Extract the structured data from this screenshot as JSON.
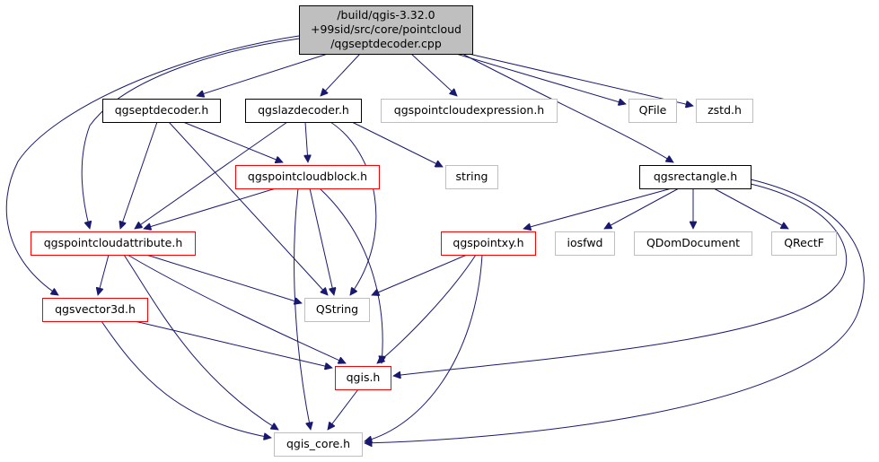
{
  "diagram": {
    "type": "include-dependency-graph",
    "colors": {
      "root_fill": "#bfbfbf",
      "root_border": "#000000",
      "documented_border": "#000000",
      "included_with_deps_border": "#ff0000",
      "external_border": "#bfbfbf",
      "node_fill": "#ffffff",
      "edge": "#191970"
    },
    "nodes": [
      {
        "id": "root",
        "lines": [
          "/build/qgis-3.32.0",
          "+99sid/src/core/pointcloud",
          "/qgseptdecoder.cpp"
        ],
        "style": "root"
      },
      {
        "id": "qgseptdecoder_h",
        "lines": [
          "qgseptdecoder.h"
        ],
        "style": "documented"
      },
      {
        "id": "qgslazdecoder_h",
        "lines": [
          "qgslazdecoder.h"
        ],
        "style": "documented"
      },
      {
        "id": "qgspointcloudexpression_h",
        "lines": [
          "qgspointcloudexpression.h"
        ],
        "style": "external"
      },
      {
        "id": "qfile",
        "lines": [
          "QFile"
        ],
        "style": "external"
      },
      {
        "id": "zstd_h",
        "lines": [
          "zstd.h"
        ],
        "style": "external"
      },
      {
        "id": "qgspointcloudblock_h",
        "lines": [
          "qgspointcloudblock.h"
        ],
        "style": "with-deps"
      },
      {
        "id": "string",
        "lines": [
          "string"
        ],
        "style": "external"
      },
      {
        "id": "qgsrectangle_h",
        "lines": [
          "qgsrectangle.h"
        ],
        "style": "documented"
      },
      {
        "id": "qgspointcloudattribute_h",
        "lines": [
          "qgspointcloudattribute.h"
        ],
        "style": "with-deps"
      },
      {
        "id": "qgspointxy_h",
        "lines": [
          "qgspointxy.h"
        ],
        "style": "with-deps"
      },
      {
        "id": "iosfwd",
        "lines": [
          "iosfwd"
        ],
        "style": "external"
      },
      {
        "id": "qdomdocument",
        "lines": [
          "QDomDocument"
        ],
        "style": "external"
      },
      {
        "id": "qrectf",
        "lines": [
          "QRectF"
        ],
        "style": "external"
      },
      {
        "id": "qgsvector3d_h",
        "lines": [
          "qgsvector3d.h"
        ],
        "style": "with-deps"
      },
      {
        "id": "qstring",
        "lines": [
          "QString"
        ],
        "style": "external"
      },
      {
        "id": "qgis_h",
        "lines": [
          "qgis.h"
        ],
        "style": "with-deps"
      },
      {
        "id": "qgis_core_h",
        "lines": [
          "qgis_core.h"
        ],
        "style": "external"
      }
    ],
    "edges": [
      {
        "from": "root",
        "to": "qgseptdecoder_h"
      },
      {
        "from": "root",
        "to": "qgslazdecoder_h"
      },
      {
        "from": "root",
        "to": "qgspointcloudexpression_h"
      },
      {
        "from": "root",
        "to": "qfile"
      },
      {
        "from": "root",
        "to": "zstd_h"
      },
      {
        "from": "root",
        "to": "qgsrectangle_h"
      },
      {
        "from": "root",
        "to": "qgspointcloudattribute_h"
      },
      {
        "from": "root",
        "to": "qgsvector3d_h"
      },
      {
        "from": "qgseptdecoder_h",
        "to": "qgspointcloudblock_h"
      },
      {
        "from": "qgseptdecoder_h",
        "to": "qgspointcloudattribute_h"
      },
      {
        "from": "qgseptdecoder_h",
        "to": "qstring"
      },
      {
        "from": "qgslazdecoder_h",
        "to": "qgspointcloudblock_h"
      },
      {
        "from": "qgslazdecoder_h",
        "to": "string"
      },
      {
        "from": "qgslazdecoder_h",
        "to": "qgspointcloudattribute_h"
      },
      {
        "from": "qgslazdecoder_h",
        "to": "qstring"
      },
      {
        "from": "qgspointcloudblock_h",
        "to": "qgspointcloudattribute_h"
      },
      {
        "from": "qgspointcloudblock_h",
        "to": "qstring"
      },
      {
        "from": "qgspointcloudblock_h",
        "to": "qgis_h"
      },
      {
        "from": "qgspointcloudblock_h",
        "to": "qgis_core_h"
      },
      {
        "from": "qgsrectangle_h",
        "to": "qgspointxy_h"
      },
      {
        "from": "qgsrectangle_h",
        "to": "iosfwd"
      },
      {
        "from": "qgsrectangle_h",
        "to": "qdomdocument"
      },
      {
        "from": "qgsrectangle_h",
        "to": "qrectf"
      },
      {
        "from": "qgsrectangle_h",
        "to": "qgis_h"
      },
      {
        "from": "qgsrectangle_h",
        "to": "qgis_core_h"
      },
      {
        "from": "qgspointcloudattribute_h",
        "to": "qgsvector3d_h"
      },
      {
        "from": "qgspointcloudattribute_h",
        "to": "qstring"
      },
      {
        "from": "qgspointcloudattribute_h",
        "to": "qgis_h"
      },
      {
        "from": "qgspointcloudattribute_h",
        "to": "qgis_core_h"
      },
      {
        "from": "qgspointxy_h",
        "to": "qstring"
      },
      {
        "from": "qgspointxy_h",
        "to": "qgis_h"
      },
      {
        "from": "qgspointxy_h",
        "to": "qgis_core_h"
      },
      {
        "from": "qgsvector3d_h",
        "to": "qgis_h"
      },
      {
        "from": "qgsvector3d_h",
        "to": "qgis_core_h"
      },
      {
        "from": "qgis_h",
        "to": "qgis_core_h"
      }
    ]
  }
}
